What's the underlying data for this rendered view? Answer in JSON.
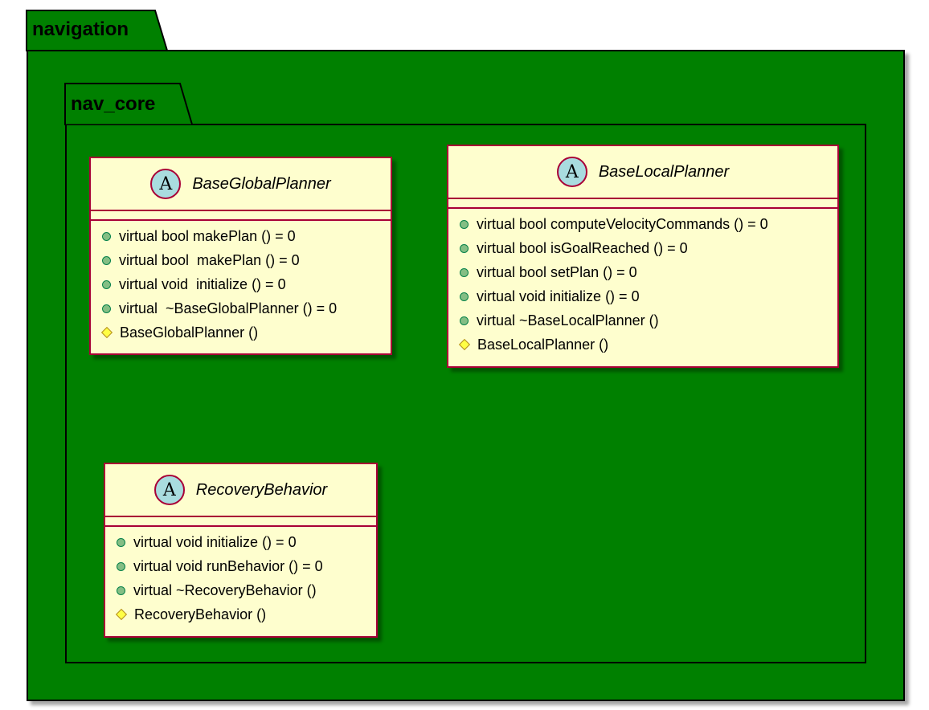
{
  "packages": {
    "outer": {
      "name": "navigation"
    },
    "inner": {
      "name": "nav_core"
    }
  },
  "classes": {
    "global": {
      "stereotype_glyph": "A",
      "name": "BaseGlobalPlanner",
      "members": [
        {
          "kind": "public-method",
          "text": "virtual bool makePlan () = 0"
        },
        {
          "kind": "public-method",
          "text": "virtual bool  makePlan () = 0"
        },
        {
          "kind": "public-method",
          "text": "virtual void  initialize () = 0"
        },
        {
          "kind": "public-method",
          "text": "virtual  ~BaseGlobalPlanner () = 0"
        },
        {
          "kind": "protected-method",
          "text": "BaseGlobalPlanner ()"
        }
      ]
    },
    "local": {
      "stereotype_glyph": "A",
      "name": "BaseLocalPlanner",
      "members": [
        {
          "kind": "public-method",
          "text": "virtual bool computeVelocityCommands () = 0"
        },
        {
          "kind": "public-method",
          "text": "virtual bool isGoalReached () = 0"
        },
        {
          "kind": "public-method",
          "text": "virtual bool setPlan () = 0"
        },
        {
          "kind": "public-method",
          "text": "virtual void initialize () = 0"
        },
        {
          "kind": "public-method",
          "text": "virtual ~BaseLocalPlanner ()"
        },
        {
          "kind": "protected-method",
          "text": "BaseLocalPlanner ()"
        }
      ]
    },
    "recovery": {
      "stereotype_glyph": "A",
      "name": "RecoveryBehavior",
      "members": [
        {
          "kind": "public-method",
          "text": "virtual void initialize () = 0"
        },
        {
          "kind": "public-method",
          "text": "virtual void runBehavior () = 0"
        },
        {
          "kind": "public-method",
          "text": "virtual ~RecoveryBehavior ()"
        },
        {
          "kind": "protected-method",
          "text": "RecoveryBehavior ()"
        }
      ]
    }
  },
  "colors": {
    "package_fill": "#008000",
    "class_fill": "#FEFECE",
    "class_border": "#A80036",
    "abstract_circle": "#A9DCDF",
    "public_dot": "#84BE84",
    "protected_diamond": "#FFFF44"
  }
}
